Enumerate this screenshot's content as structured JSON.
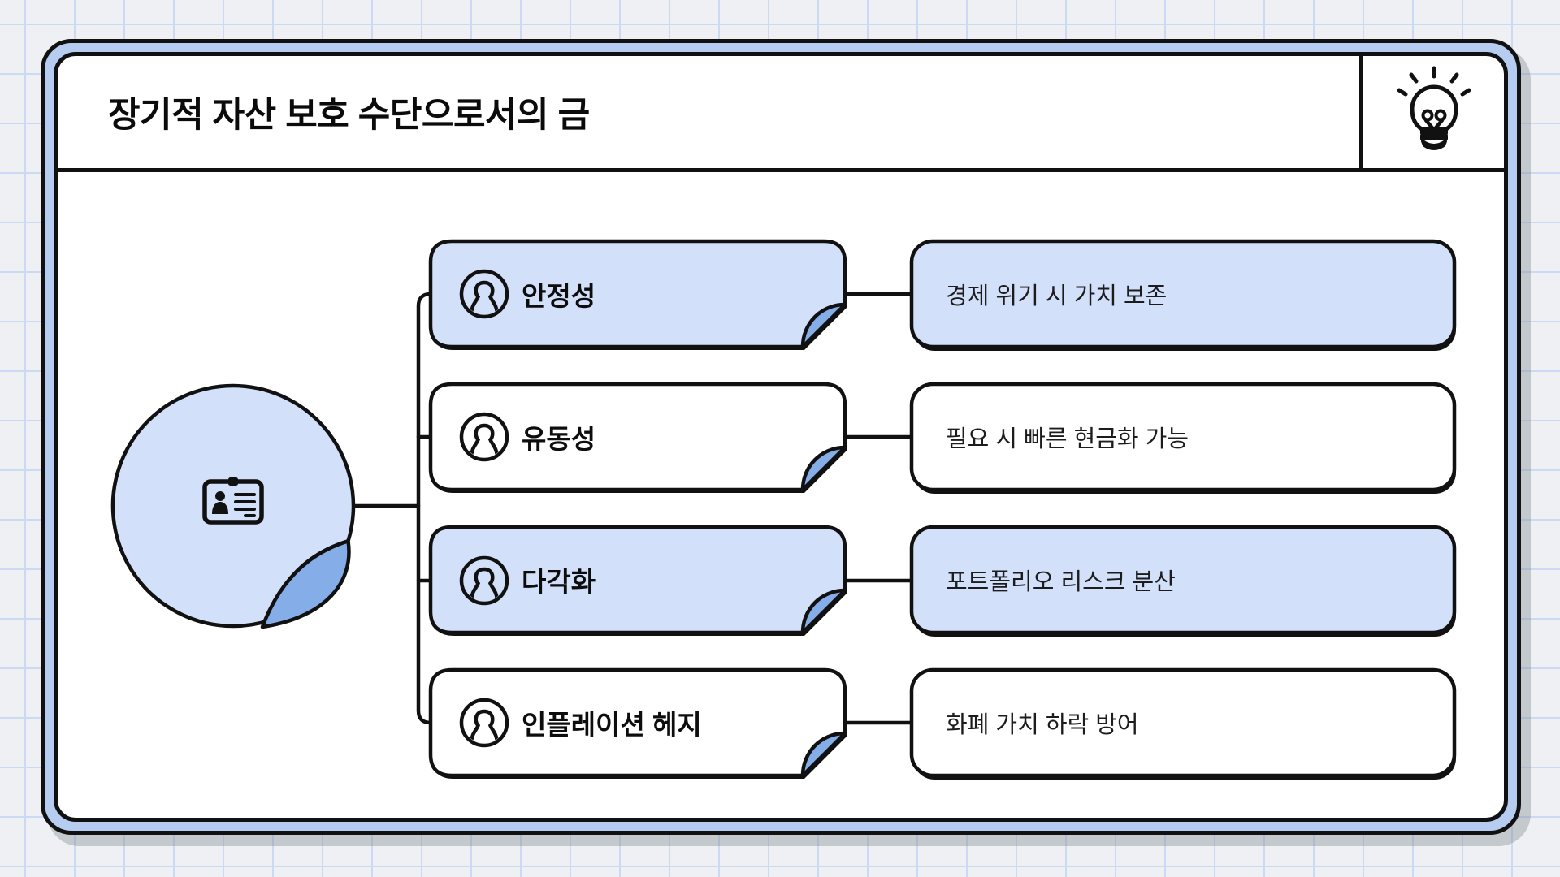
{
  "header": {
    "title": "장기적 자산 보호 수단으로서의 금",
    "icon": "lightbulb"
  },
  "center": {
    "icon": "id-card"
  },
  "nodes": [
    {
      "label": "안정성",
      "description": "경제 위기 시 가치 보존",
      "highlighted": true
    },
    {
      "label": "유동성",
      "description": "필요 시 빠른 현금화 가능",
      "highlighted": false
    },
    {
      "label": "다각화",
      "description": "포트폴리오 리스크 분산",
      "highlighted": true
    },
    {
      "label": "인플레이션 헤지",
      "description": "화폐 가치 하락 방어",
      "highlighted": false
    }
  ],
  "colors": {
    "highlight_fill": "#d2e0fa",
    "plain_fill": "#ffffff",
    "fold_fill": "#85ade8",
    "frame_band": "#b6cdf1",
    "outline": "#111111",
    "background": "#eef0f3",
    "grid_line": "#ccd9f2",
    "shadow": "#111111"
  }
}
